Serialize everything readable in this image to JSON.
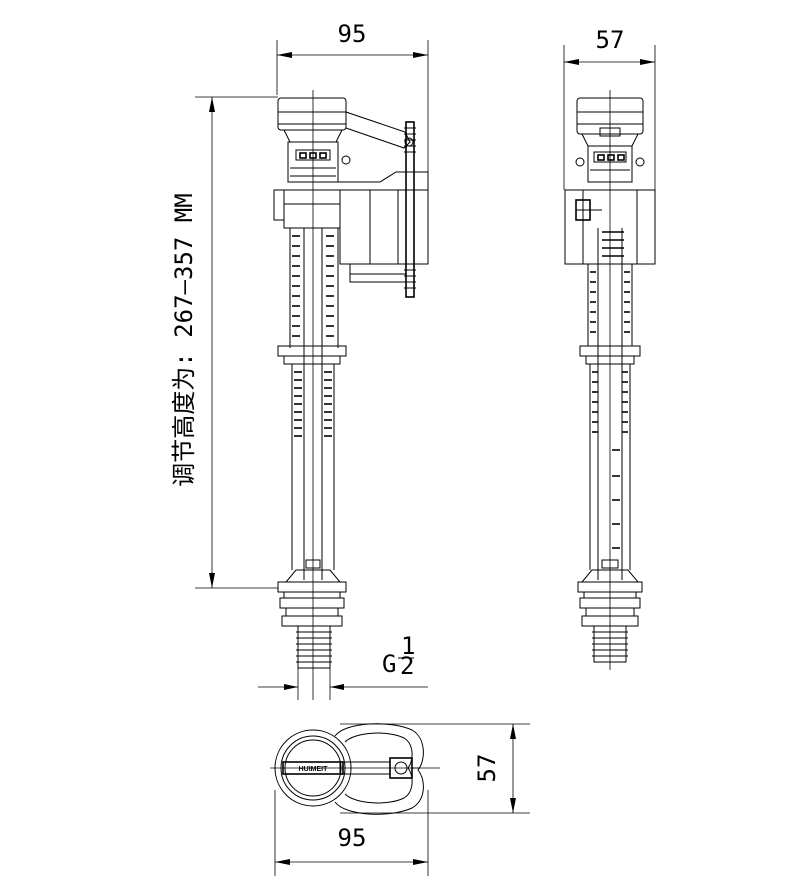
{
  "drawing": {
    "dimensions": {
      "front_width": "95",
      "side_width": "57",
      "adjust_height_label": "调节高度为: 267–357 MM",
      "thread_label_main": "G",
      "thread_numerator": "1",
      "thread_denominator": "2",
      "top_view_height": "57",
      "top_view_width": "95"
    },
    "brand": "HUIMEIT"
  }
}
